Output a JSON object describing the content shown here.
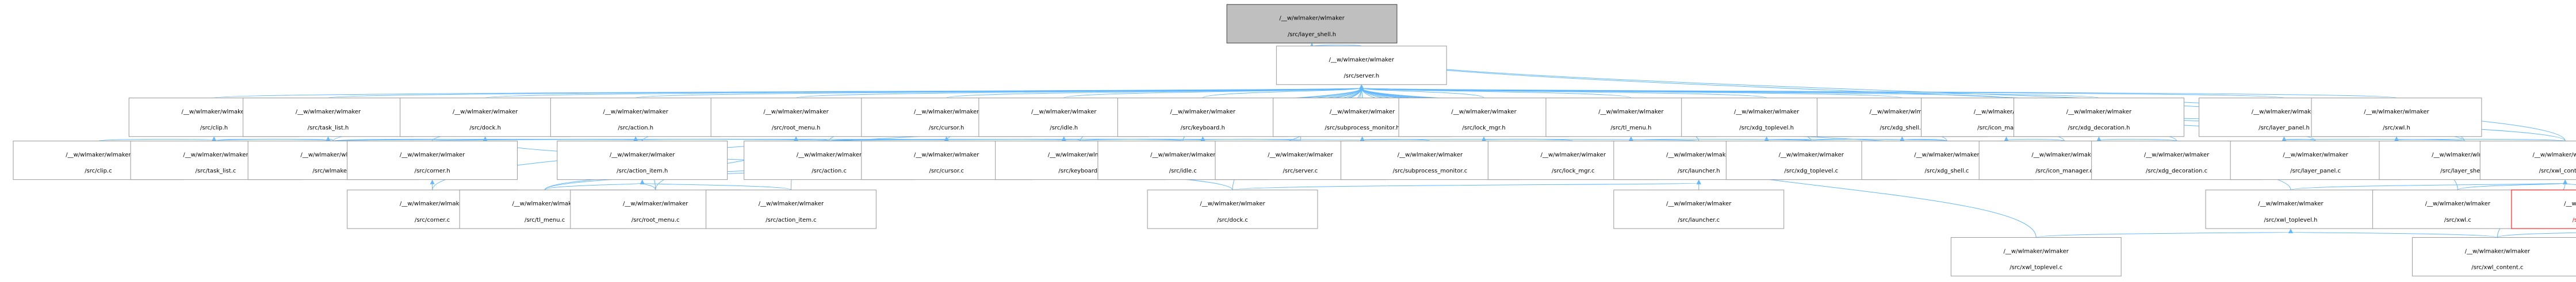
{
  "nodes": [
    {
      "id": "layer_shell_h",
      "l1": "/__w/wlmaker/wlmaker",
      "l2": "/src/layer_shell.h",
      "style": "root"
    },
    {
      "id": "server_h",
      "l1": "/__w/wlmaker/wlmaker",
      "l2": "/src/server.h"
    },
    {
      "id": "clip_h",
      "l1": "/__w/wlmaker/wlmaker",
      "l2": "/src/clip.h"
    },
    {
      "id": "task_list_h",
      "l1": "/__w/wlmaker/wlmaker",
      "l2": "/src/task_list.h"
    },
    {
      "id": "dock_h",
      "l1": "/__w/wlmaker/wlmaker",
      "l2": "/src/dock.h"
    },
    {
      "id": "action_h",
      "l1": "/__w/wlmaker/wlmaker",
      "l2": "/src/action.h"
    },
    {
      "id": "root_menu_h",
      "l1": "/__w/wlmaker/wlmaker",
      "l2": "/src/root_menu.h"
    },
    {
      "id": "cursor_h",
      "l1": "/__w/wlmaker/wlmaker",
      "l2": "/src/cursor.h"
    },
    {
      "id": "idle_h",
      "l1": "/__w/wlmaker/wlmaker",
      "l2": "/src/idle.h"
    },
    {
      "id": "keyboard_h",
      "l1": "/__w/wlmaker/wlmaker",
      "l2": "/src/keyboard.h"
    },
    {
      "id": "subprocess_monitor_h",
      "l1": "/__w/wlmaker/wlmaker",
      "l2": "/src/subprocess_monitor.h"
    },
    {
      "id": "lock_mgr_h",
      "l1": "/__w/wlmaker/wlmaker",
      "l2": "/src/lock_mgr.h"
    },
    {
      "id": "tl_menu_h",
      "l1": "/__w/wlmaker/wlmaker",
      "l2": "/src/tl_menu.h"
    },
    {
      "id": "xdg_toplevel_h",
      "l1": "/__w/wlmaker/wlmaker",
      "l2": "/src/xdg_toplevel.h"
    },
    {
      "id": "xdg_shell_h",
      "l1": "/__w/wlmaker/wlmaker",
      "l2": "/src/xdg_shell.h"
    },
    {
      "id": "icon_manager_h",
      "l1": "/__w/wlmaker/wlmaker",
      "l2": "/src/icon_manager.h"
    },
    {
      "id": "xdg_decoration_h",
      "l1": "/__w/wlmaker/wlmaker",
      "l2": "/src/xdg_decoration.h"
    },
    {
      "id": "layer_panel_h",
      "l1": "/__w/wlmaker/wlmaker",
      "l2": "/src/layer_panel.h"
    },
    {
      "id": "xwl_h",
      "l1": "/__w/wlmaker/wlmaker",
      "l2": "/src/xwl.h"
    },
    {
      "id": "clip_c",
      "l1": "/__w/wlmaker/wlmaker",
      "l2": "/src/clip.c"
    },
    {
      "id": "task_list_c",
      "l1": "/__w/wlmaker/wlmaker",
      "l2": "/src/task_list.c"
    },
    {
      "id": "wlmaker_c",
      "l1": "/__w/wlmaker/wlmaker",
      "l2": "/src/wlmaker.c"
    },
    {
      "id": "corner_h",
      "l1": "/__w/wlmaker/wlmaker",
      "l2": "/src/corner.h"
    },
    {
      "id": "action_item_h",
      "l1": "/__w/wlmaker/wlmaker",
      "l2": "/src/action_item.h"
    },
    {
      "id": "action_c",
      "l1": "/__w/wlmaker/wlmaker",
      "l2": "/src/action.c"
    },
    {
      "id": "cursor_c",
      "l1": "/__w/wlmaker/wlmaker",
      "l2": "/src/cursor.c"
    },
    {
      "id": "keyboard_c",
      "l1": "/__w/wlmaker/wlmaker",
      "l2": "/src/keyboard.c"
    },
    {
      "id": "idle_c",
      "l1": "/__w/wlmaker/wlmaker",
      "l2": "/src/idle.c"
    },
    {
      "id": "server_c",
      "l1": "/__w/wlmaker/wlmaker",
      "l2": "/src/server.c"
    },
    {
      "id": "subprocess_monitor_c",
      "l1": "/__w/wlmaker/wlmaker",
      "l2": "/src/subprocess_monitor.c"
    },
    {
      "id": "lock_mgr_c",
      "l1": "/__w/wlmaker/wlmaker",
      "l2": "/src/lock_mgr.c"
    },
    {
      "id": "launcher_h",
      "l1": "/__w/wlmaker/wlmaker",
      "l2": "/src/launcher.h"
    },
    {
      "id": "xdg_toplevel_c",
      "l1": "/__w/wlmaker/wlmaker",
      "l2": "/src/xdg_toplevel.c"
    },
    {
      "id": "xdg_shell_c",
      "l1": "/__w/wlmaker/wlmaker",
      "l2": "/src/xdg_shell.c"
    },
    {
      "id": "icon_manager_c",
      "l1": "/__w/wlmaker/wlmaker",
      "l2": "/src/icon_manager.c"
    },
    {
      "id": "xdg_decoration_c",
      "l1": "/__w/wlmaker/wlmaker",
      "l2": "/src/xdg_decoration.c"
    },
    {
      "id": "layer_panel_c",
      "l1": "/__w/wlmaker/wlmaker",
      "l2": "/src/layer_panel.c"
    },
    {
      "id": "layer_shell_c",
      "l1": "/__w/wlmaker/wlmaker",
      "l2": "/src/layer_shell.c"
    },
    {
      "id": "xwl_content_h",
      "l1": "/__w/wlmaker/wlmaker",
      "l2": "/src/xwl_content.h"
    },
    {
      "id": "corner_c",
      "l1": "/__w/wlmaker/wlmaker",
      "l2": "/src/corner.c"
    },
    {
      "id": "tl_menu_c",
      "l1": "/__w/wlmaker/wlmaker",
      "l2": "/src/tl_menu.c"
    },
    {
      "id": "root_menu_c",
      "l1": "/__w/wlmaker/wlmaker",
      "l2": "/src/root_menu.c"
    },
    {
      "id": "action_item_c",
      "l1": "/__w/wlmaker/wlmaker",
      "l2": "/src/action_item.c"
    },
    {
      "id": "dock_c",
      "l1": "/__w/wlmaker/wlmaker",
      "l2": "/src/dock.c"
    },
    {
      "id": "launcher_c",
      "l1": "/__w/wlmaker/wlmaker",
      "l2": "/src/launcher.c"
    },
    {
      "id": "xwl_toplevel_h",
      "l1": "/__w/wlmaker/wlmaker",
      "l2": "/src/xwl_toplevel.h"
    },
    {
      "id": "xwl_c",
      "l1": "/__w/wlmaker/wlmaker",
      "l2": "/src/xwl.c"
    },
    {
      "id": "xwl_popup_h",
      "l1": "/__w/wlmaker/wlmaker",
      "l2": "/src/xwl_popup.h",
      "style": "red"
    },
    {
      "id": "xwl_toplevel_c",
      "l1": "/__w/wlmaker/wlmaker",
      "l2": "/src/xwl_toplevel.c"
    },
    {
      "id": "xwl_content_c",
      "l1": "/__w/wlmaker/wlmaker",
      "l2": "/src/xwl_content.c"
    }
  ],
  "edges": [
    [
      "layer_shell_h",
      "server_h"
    ],
    [
      "layer_shell_h",
      "layer_shell_c"
    ],
    [
      "layer_shell_h",
      "xwl_content_h"
    ],
    [
      "server_h",
      "clip_h"
    ],
    [
      "server_h",
      "task_list_h"
    ],
    [
      "server_h",
      "dock_h"
    ],
    [
      "server_h",
      "action_h"
    ],
    [
      "server_h",
      "root_menu_h"
    ],
    [
      "server_h",
      "cursor_h"
    ],
    [
      "server_h",
      "idle_h"
    ],
    [
      "server_h",
      "keyboard_h"
    ],
    [
      "server_h",
      "subprocess_monitor_h"
    ],
    [
      "server_h",
      "lock_mgr_h"
    ],
    [
      "server_h",
      "tl_menu_h"
    ],
    [
      "server_h",
      "xdg_toplevel_h"
    ],
    [
      "server_h",
      "xdg_shell_h"
    ],
    [
      "server_h",
      "icon_manager_h"
    ],
    [
      "server_h",
      "xdg_decoration_h"
    ],
    [
      "server_h",
      "layer_panel_h"
    ],
    [
      "server_h",
      "xwl_h"
    ],
    [
      "server_h",
      "corner_h"
    ],
    [
      "server_h",
      "action_item_h"
    ],
    [
      "server_h",
      "wlmaker_c"
    ],
    [
      "server_h",
      "action_c"
    ],
    [
      "server_h",
      "cursor_c"
    ],
    [
      "server_h",
      "keyboard_c"
    ],
    [
      "server_h",
      "idle_c"
    ],
    [
      "server_h",
      "server_c"
    ],
    [
      "server_h",
      "xdg_toplevel_c"
    ],
    [
      "server_h",
      "xdg_shell_c"
    ],
    [
      "server_h",
      "icon_manager_c"
    ],
    [
      "server_h",
      "xdg_decoration_c"
    ],
    [
      "server_h",
      "layer_panel_c"
    ],
    [
      "server_h",
      "layer_shell_c"
    ],
    [
      "server_h",
      "xwl_content_h"
    ],
    [
      "server_h",
      "corner_c"
    ],
    [
      "server_h",
      "dock_c"
    ],
    [
      "server_h",
      "launcher_h"
    ],
    [
      "server_h",
      "xwl_toplevel_h"
    ],
    [
      "clip_h",
      "clip_c"
    ],
    [
      "clip_h",
      "wlmaker_c"
    ],
    [
      "task_list_h",
      "task_list_c"
    ],
    [
      "task_list_h",
      "wlmaker_c"
    ],
    [
      "dock_h",
      "dock_c"
    ],
    [
      "dock_h",
      "wlmaker_c"
    ],
    [
      "action_h",
      "action_c"
    ],
    [
      "action_h",
      "wlmaker_c"
    ],
    [
      "action_h",
      "action_item_h"
    ],
    [
      "action_h",
      "root_menu_c"
    ],
    [
      "root_menu_h",
      "action_c"
    ],
    [
      "root_menu_h",
      "wlmaker_c"
    ],
    [
      "root_menu_h",
      "root_menu_c"
    ],
    [
      "root_menu_h",
      "action_item_c"
    ],
    [
      "cursor_h",
      "cursor_c"
    ],
    [
      "cursor_h",
      "action_c"
    ],
    [
      "cursor_h",
      "corner_h"
    ],
    [
      "idle_h",
      "idle_c"
    ],
    [
      "idle_h",
      "action_c"
    ],
    [
      "idle_h",
      "keyboard_c"
    ],
    [
      "keyboard_h",
      "keyboard_c"
    ],
    [
      "keyboard_h",
      "server_c"
    ],
    [
      "keyboard_h",
      "action_c"
    ],
    [
      "subprocess_monitor_h",
      "subprocess_monitor_c"
    ],
    [
      "subprocess_monitor_h",
      "launcher_h"
    ],
    [
      "subprocess_monitor_h",
      "action_c"
    ],
    [
      "subprocess_monitor_h",
      "tl_menu_c"
    ],
    [
      "lock_mgr_h",
      "lock_mgr_c"
    ],
    [
      "tl_menu_h",
      "tl_menu_c"
    ],
    [
      "tl_menu_h",
      "xdg_toplevel_c"
    ],
    [
      "tl_menu_h",
      "xwl_toplevel_c"
    ],
    [
      "xdg_toplevel_h",
      "xdg_toplevel_c"
    ],
    [
      "xdg_toplevel_h",
      "xdg_shell_c"
    ],
    [
      "xdg_shell_h",
      "xdg_shell_c"
    ],
    [
      "xdg_shell_h",
      "xdg_toplevel_c"
    ],
    [
      "icon_manager_h",
      "icon_manager_c"
    ],
    [
      "xdg_decoration_h",
      "xdg_decoration_c"
    ],
    [
      "layer_panel_h",
      "layer_panel_c"
    ],
    [
      "layer_panel_h",
      "layer_shell_c"
    ],
    [
      "xwl_h",
      "xwl_c"
    ],
    [
      "xwl_h",
      "xwl_content_h"
    ],
    [
      "corner_h",
      "corner_c"
    ],
    [
      "action_item_h",
      "action_item_c"
    ],
    [
      "action_item_h",
      "root_menu_c"
    ],
    [
      "action_item_h",
      "tl_menu_c"
    ],
    [
      "launcher_h",
      "launcher_c"
    ],
    [
      "launcher_h",
      "dock_c"
    ],
    [
      "xwl_content_h",
      "xwl_toplevel_h"
    ],
    [
      "xwl_content_h",
      "xwl_c"
    ],
    [
      "xwl_content_h",
      "xwl_popup_h"
    ],
    [
      "xwl_content_h",
      "xwl_content_c"
    ],
    [
      "xwl_toplevel_h",
      "xwl_toplevel_c"
    ],
    [
      "xwl_toplevel_h",
      "xwl_content_c"
    ],
    [
      "xwl_popup_h",
      "xwl_content_c"
    ]
  ]
}
